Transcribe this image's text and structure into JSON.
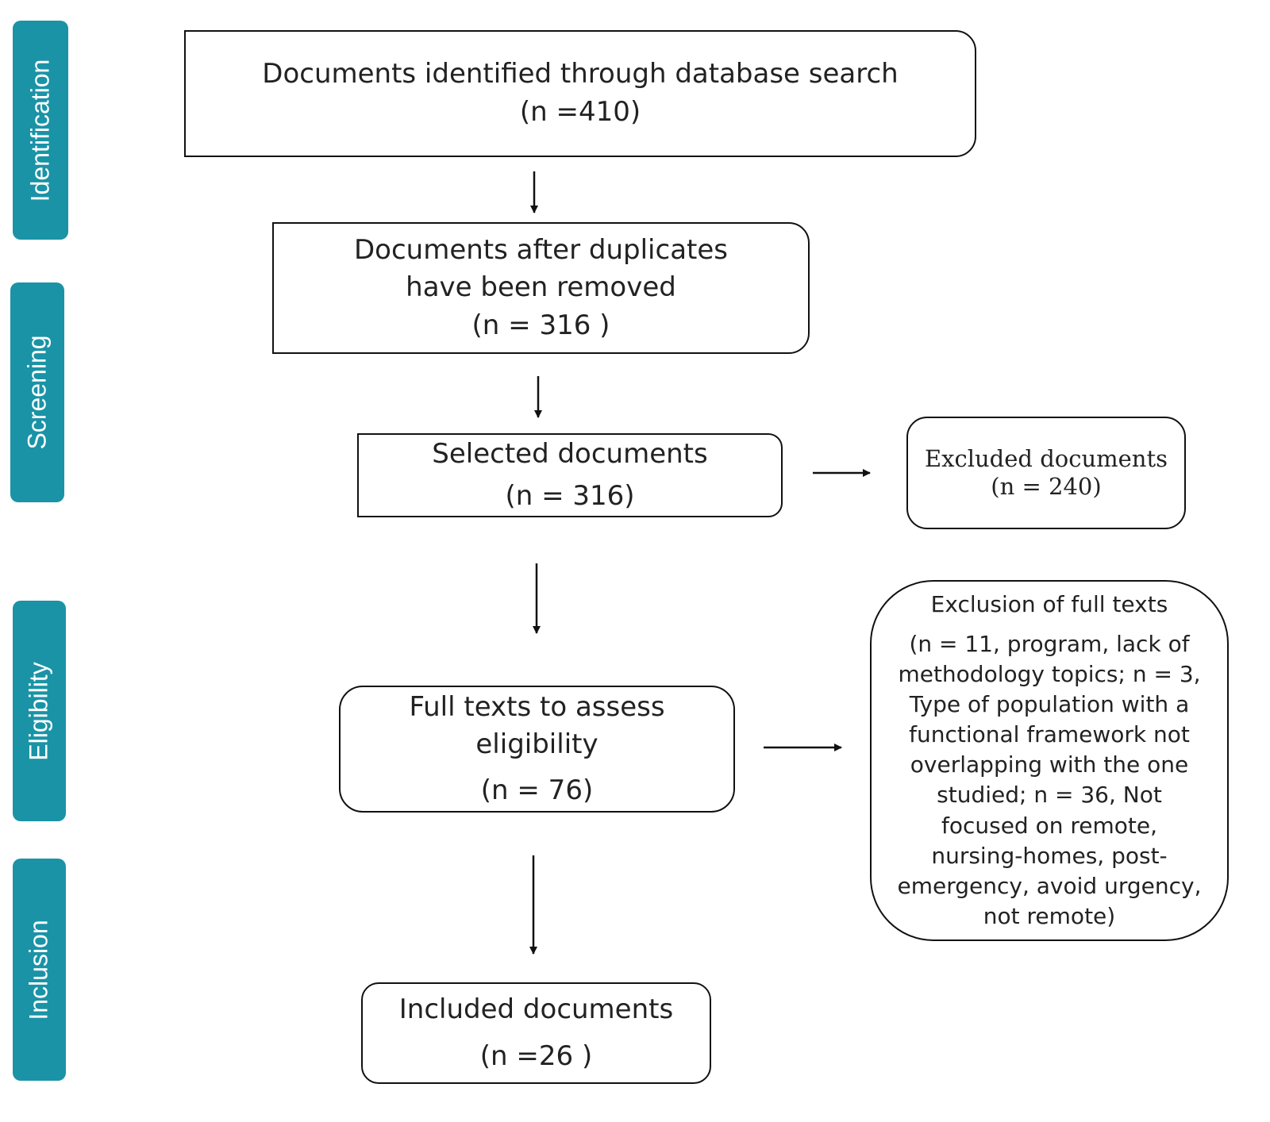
{
  "stages": [
    {
      "id": "identification",
      "label": "Identification"
    },
    {
      "id": "screening",
      "label": "Screening"
    },
    {
      "id": "eligibility",
      "label": "Eligibility"
    },
    {
      "id": "inclusion",
      "label": "Inclusion"
    }
  ],
  "boxes": {
    "identified": {
      "lines": [
        "Documents identified through database search",
        "(n =410)"
      ]
    },
    "deduplicated": {
      "lines": [
        "Documents after duplicates",
        "have been removed",
        "(n = 316 )"
      ]
    },
    "selected": {
      "lines": [
        "Selected documents",
        "(n = 316)"
      ]
    },
    "excluded": {
      "lines": [
        "Excluded documents",
        "(n = 240)"
      ]
    },
    "fulltext": {
      "lines": [
        "Full texts to assess",
        "eligibility",
        "(n = 76)"
      ]
    },
    "fulltext_excluded": {
      "title": "Exclusion of full texts",
      "lines": [
        "(n = 11, program, lack of",
        "methodology topics; n = 3,",
        "Type of population with a",
        "functional framework not",
        "overlapping with the one",
        "studied; n = 36, Not",
        "focused on remote,",
        "nursing-homes, post-",
        "emergency, avoid urgency,",
        "not remote)"
      ]
    },
    "included": {
      "lines": [
        "Included documents",
        "(n =26 )"
      ]
    }
  },
  "colors": {
    "stage_tab": "#1a93a6",
    "border": "#111111",
    "text": "#222222"
  }
}
